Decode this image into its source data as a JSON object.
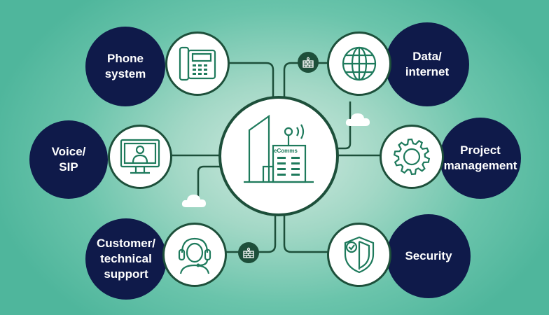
{
  "center": {
    "label": "eComms",
    "icon": "building-icon"
  },
  "nodes": {
    "phone": {
      "label": "Phone\nsystem",
      "icon": "desk-phone-icon"
    },
    "voice": {
      "label": "Voice/\nSIP",
      "icon": "video-monitor-icon"
    },
    "support": {
      "label": "Customer/\ntechnical\nsupport",
      "icon": "headset-icon"
    },
    "data": {
      "label": "Data/\ninternet",
      "icon": "globe-icon"
    },
    "project": {
      "label": "Project\nmanagement",
      "icon": "gear-icon"
    },
    "security": {
      "label": "Security",
      "icon": "shield-check-icon"
    }
  },
  "extras": {
    "firewall_icon": "firewall-icon",
    "cloud_icon": "cloud-icon"
  },
  "colors": {
    "background": "#6ac4ab",
    "dark_circle": "#0f1a4a",
    "line": "#1d4f3a",
    "icon_stroke": "#1e7a5c",
    "text": "#ffffff"
  }
}
